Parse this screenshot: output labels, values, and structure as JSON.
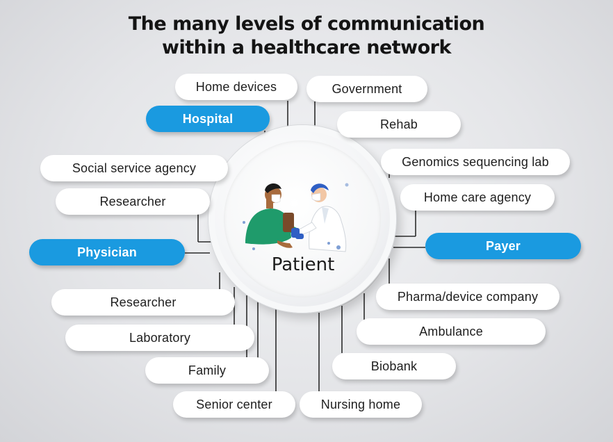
{
  "title": {
    "line1": "The many levels of communication",
    "line2": "within a healthcare network"
  },
  "center": {
    "label": "Patient"
  },
  "nodes": [
    {
      "id": "home-devices",
      "label": "Home devices",
      "highlight": false
    },
    {
      "id": "government",
      "label": "Government",
      "highlight": false
    },
    {
      "id": "hospital",
      "label": "Hospital",
      "highlight": true
    },
    {
      "id": "rehab",
      "label": "Rehab",
      "highlight": false
    },
    {
      "id": "social-service-agency",
      "label": "Social service agency",
      "highlight": false
    },
    {
      "id": "genomics-sequencing-lab",
      "label": "Genomics sequencing lab",
      "highlight": false
    },
    {
      "id": "researcher-top",
      "label": "Researcher",
      "highlight": false
    },
    {
      "id": "home-care-agency",
      "label": "Home care agency",
      "highlight": false
    },
    {
      "id": "physician",
      "label": "Physician",
      "highlight": true
    },
    {
      "id": "payer",
      "label": "Payer",
      "highlight": true
    },
    {
      "id": "researcher-bottom",
      "label": "Researcher",
      "highlight": false
    },
    {
      "id": "pharma-device-company",
      "label": "Pharma/device company",
      "highlight": false
    },
    {
      "id": "laboratory",
      "label": "Laboratory",
      "highlight": false
    },
    {
      "id": "ambulance",
      "label": "Ambulance",
      "highlight": false
    },
    {
      "id": "family",
      "label": "Family",
      "highlight": false
    },
    {
      "id": "biobank",
      "label": "Biobank",
      "highlight": false
    },
    {
      "id": "senior-center",
      "label": "Senior center",
      "highlight": false
    },
    {
      "id": "nursing-home",
      "label": "Nursing home",
      "highlight": false
    }
  ],
  "colors": {
    "highlight": "#1a9ae0",
    "connector": "#2b2b2b",
    "title": "#141414"
  },
  "icons": {
    "center": "patient-and-doctor-illustration"
  }
}
